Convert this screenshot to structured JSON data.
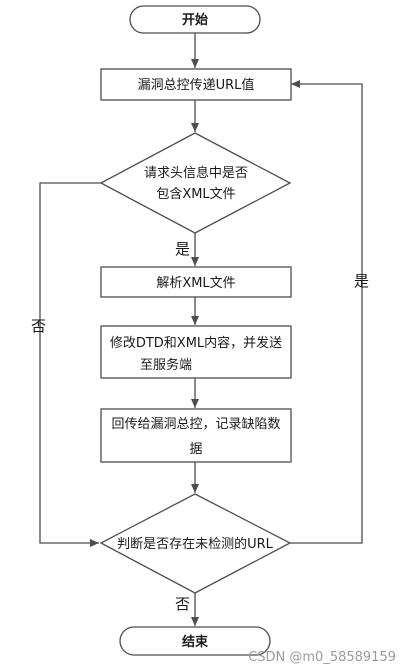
{
  "nodes": {
    "start": "开始",
    "step1": "漏洞总控传递URL值",
    "decision1": [
      "请求头信息中是否",
      "包含XML文件"
    ],
    "step2": "解析XML文件",
    "step3": [
      "修改DTD和XML内容，并发送",
      "至服务端"
    ],
    "step4": [
      "回传给漏洞总控，记录缺陷数",
      "据"
    ],
    "decision2": "判断是否存在未检测的URL",
    "end": "结束"
  },
  "labels": {
    "yes_down": "是",
    "no_left": "否",
    "yes_right": "是",
    "no_bottom": "否"
  },
  "watermark": "CSDN @m0_58589159"
}
